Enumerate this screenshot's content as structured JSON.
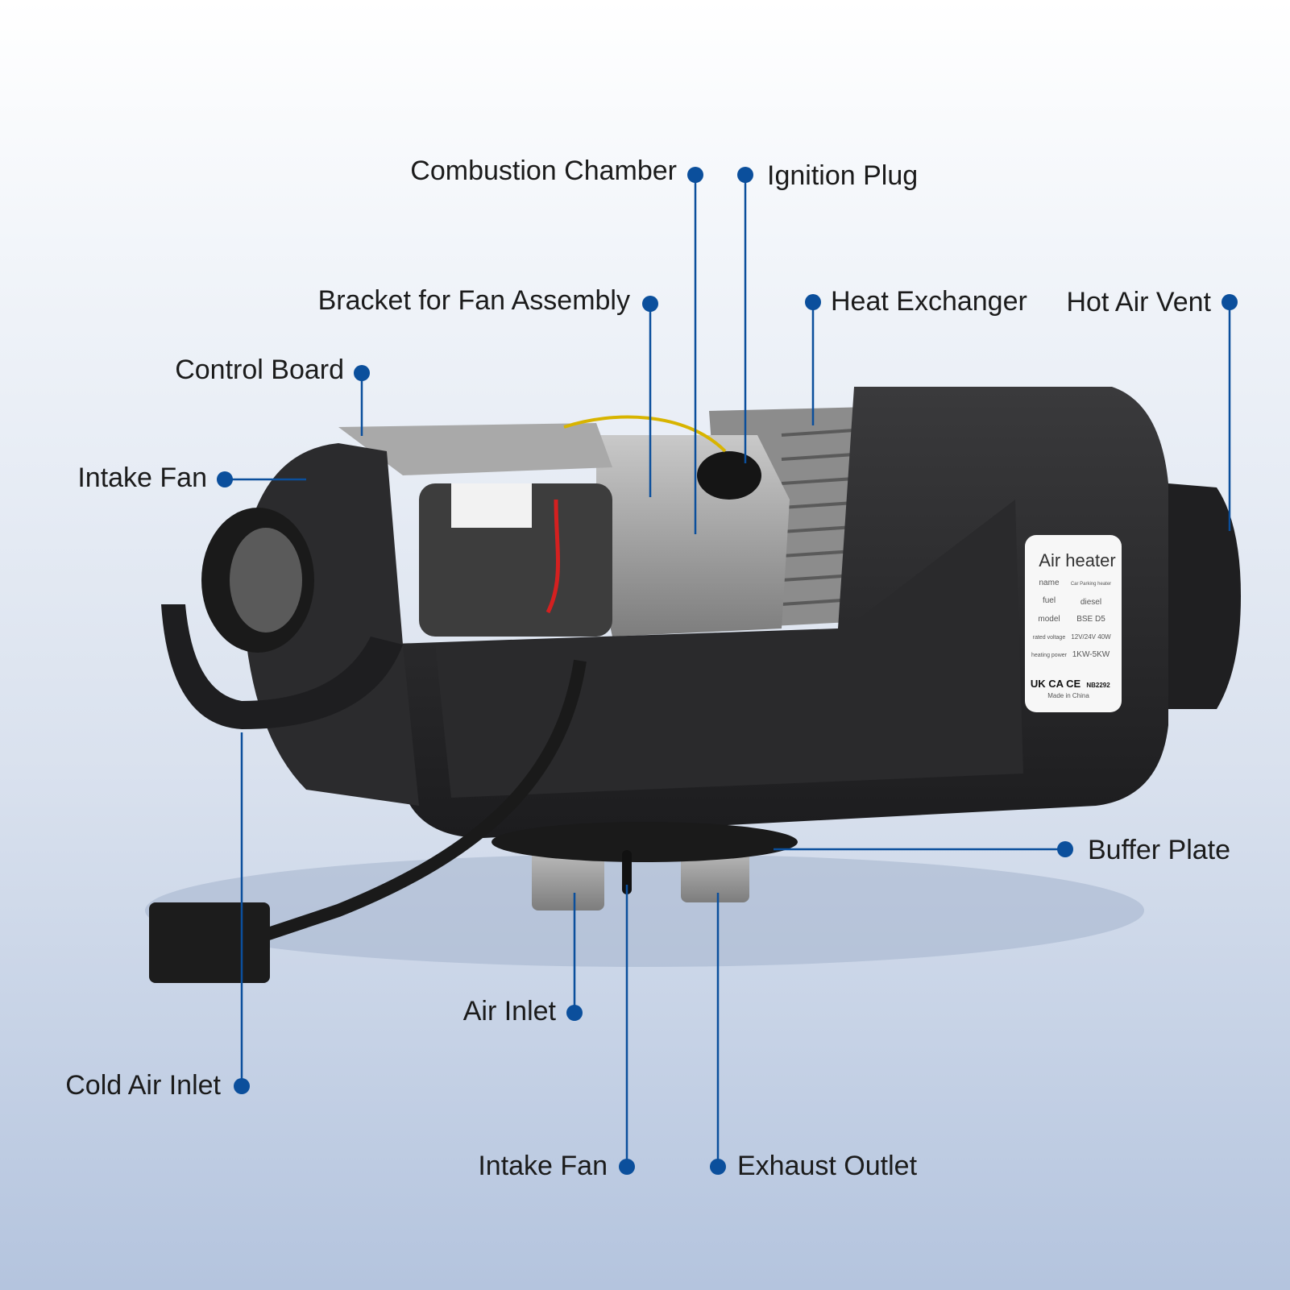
{
  "accent_color": "#0b4f9c",
  "callouts": [
    {
      "id": "combustion-chamber",
      "label": "Combustion Chamber"
    },
    {
      "id": "ignition-plug",
      "label": "Ignition Plug"
    },
    {
      "id": "bracket-fan-assembly",
      "label": "Bracket for Fan Assembly"
    },
    {
      "id": "heat-exchanger",
      "label": "Heat Exchanger"
    },
    {
      "id": "hot-air-vent",
      "label": "Hot Air Vent"
    },
    {
      "id": "control-board",
      "label": "Control Board"
    },
    {
      "id": "intake-fan-top",
      "label": "Intake Fan"
    },
    {
      "id": "buffer-plate",
      "label": "Buffer Plate"
    },
    {
      "id": "air-inlet",
      "label": "Air Inlet"
    },
    {
      "id": "cold-air-inlet",
      "label": "Cold Air Inlet"
    },
    {
      "id": "intake-fan-bottom",
      "label": "Intake Fan"
    },
    {
      "id": "exhaust-outlet",
      "label": "Exhaust Outlet"
    }
  ],
  "nameplate": {
    "title": "Air heater",
    "rows": [
      {
        "key": "name",
        "value": "Car Parking heater"
      },
      {
        "key": "fuel",
        "value": "diesel"
      },
      {
        "key": "model",
        "value": "BSE D5"
      },
      {
        "key": "rated voltage",
        "value": "12V/24V 40W"
      },
      {
        "key": "heating power",
        "value": "1KW-5KW"
      }
    ],
    "marks": "UK CA  CE",
    "cert": "NB2292",
    "origin": "Made in China"
  }
}
